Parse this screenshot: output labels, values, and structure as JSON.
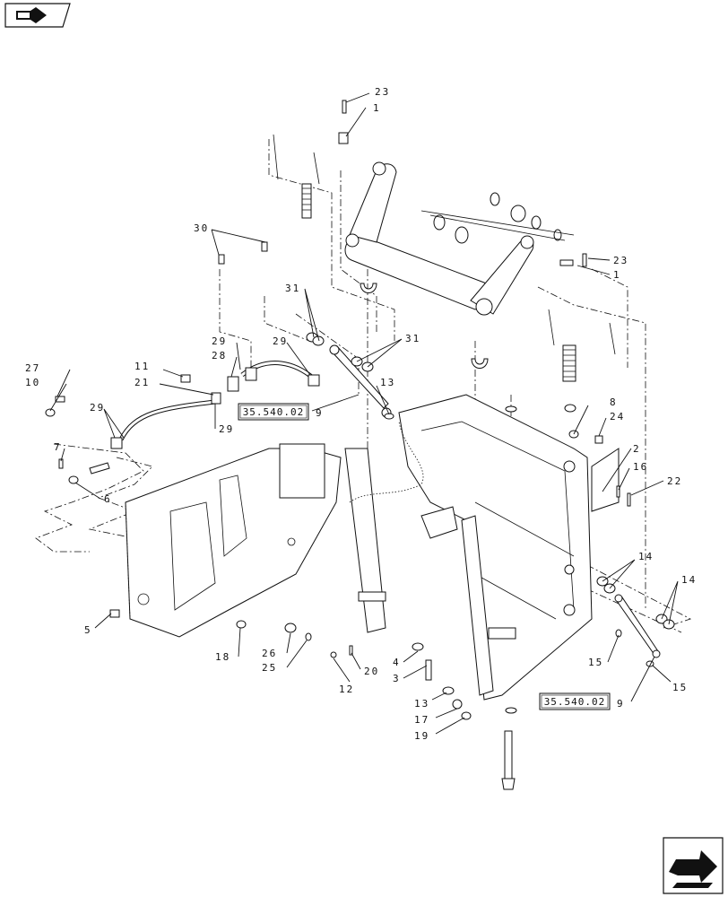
{
  "toolbar": {
    "back_icon": "back-arrow-icon"
  },
  "footer": {
    "next_icon": "next-page-icon"
  },
  "references": [
    {
      "id": "ref-upper",
      "text": "35.540.02"
    },
    {
      "id": "ref-lower",
      "text": "35.540.02"
    }
  ],
  "callouts": {
    "c1a": "1",
    "c1b": "1",
    "c2": "2",
    "c3": "3",
    "c4": "4",
    "c5": "5",
    "c6": "6",
    "c7": "7",
    "c8": "8",
    "c9a": "9",
    "c9b": "9",
    "c10": "10",
    "c11": "11",
    "c12": "12",
    "c13a": "13",
    "c13b": "13",
    "c14a": "14",
    "c14b": "14",
    "c15a": "15",
    "c15b": "15",
    "c16": "16",
    "c17": "17",
    "c18": "18",
    "c19": "19",
    "c20": "20",
    "c21": "21",
    "c22": "22",
    "c23a": "23",
    "c23b": "23",
    "c24": "24",
    "c25": "25",
    "c26": "26",
    "c27": "27",
    "c28": "28",
    "c29a": "29",
    "c29b": "29",
    "c29c": "29",
    "c29d": "29",
    "c30": "30",
    "c31a": "31",
    "c31b": "31"
  }
}
